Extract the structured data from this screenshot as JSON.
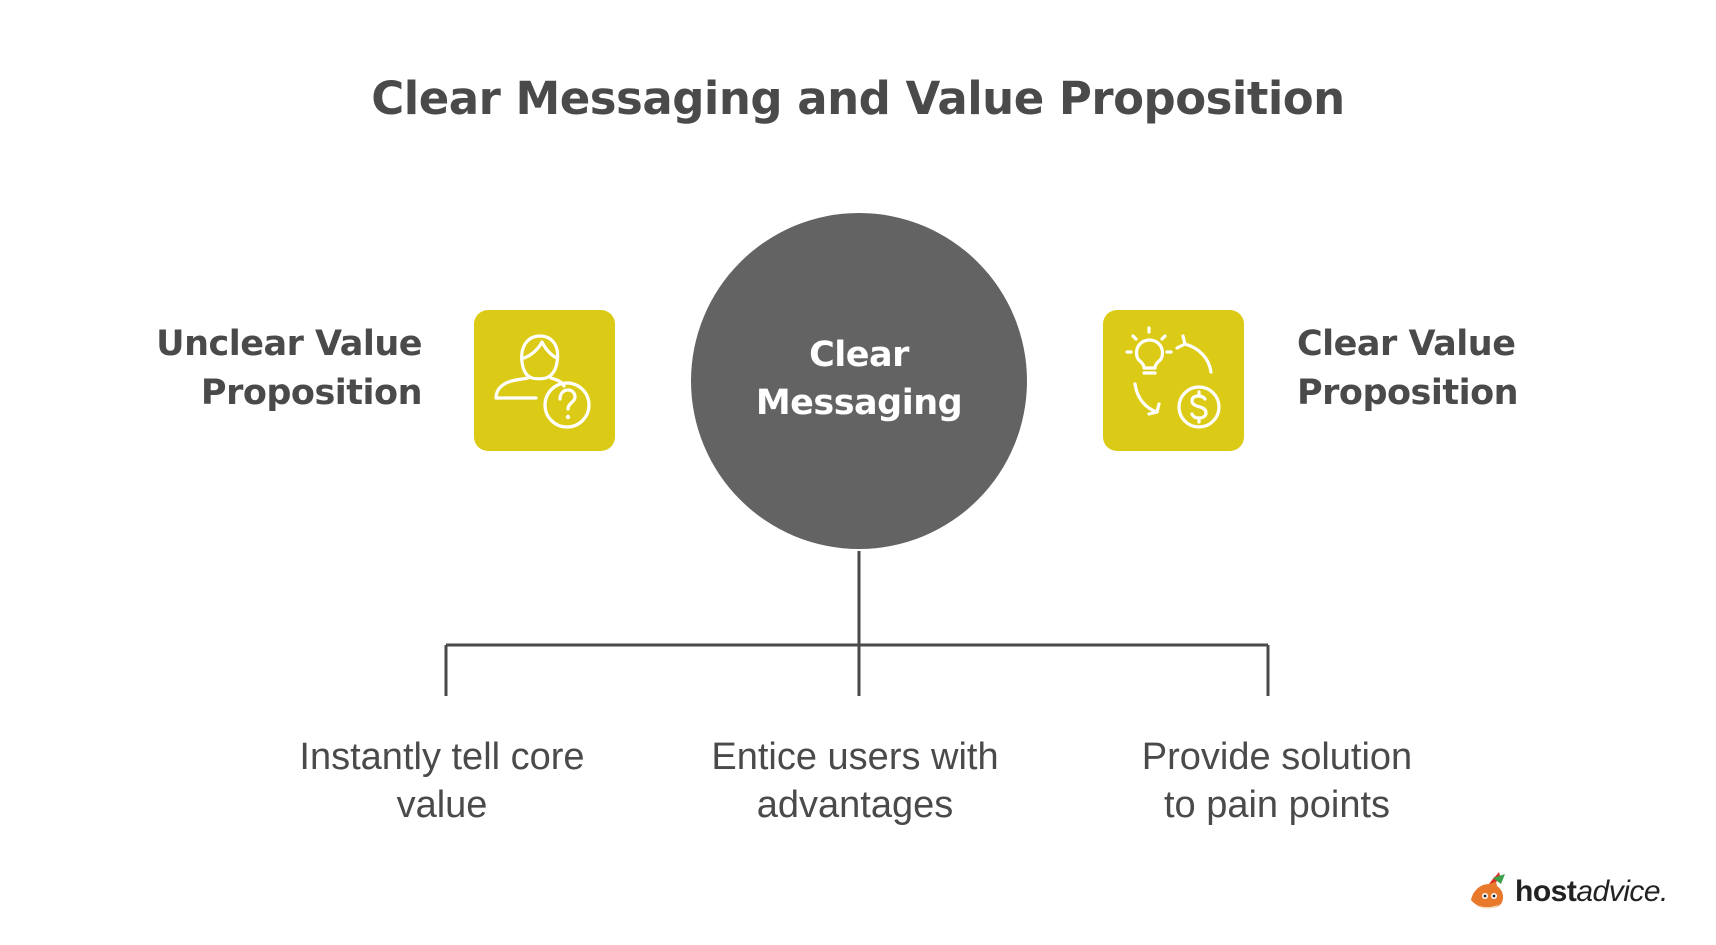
{
  "title": "Clear Messaging and Value Proposition",
  "left_node": {
    "label": "Unclear Value\nProposition",
    "icon": "person-question-icon"
  },
  "center_node": {
    "label": "Clear\nMessaging"
  },
  "right_node": {
    "label": "Clear Value\nProposition",
    "icon": "idea-to-money-cycle-icon"
  },
  "children": [
    {
      "label": "Instantly tell core\nvalue"
    },
    {
      "label": "Entice users with\nadvantages"
    },
    {
      "label": "Provide solution\nto pain points"
    }
  ],
  "brand": {
    "bold": "host",
    "italic": "advice.",
    "icon": "fox-mascot-icon"
  },
  "colors": {
    "accent": "#dccb16",
    "center": "#636363",
    "text": "#4a4a4a",
    "line": "#4a4a4a"
  }
}
